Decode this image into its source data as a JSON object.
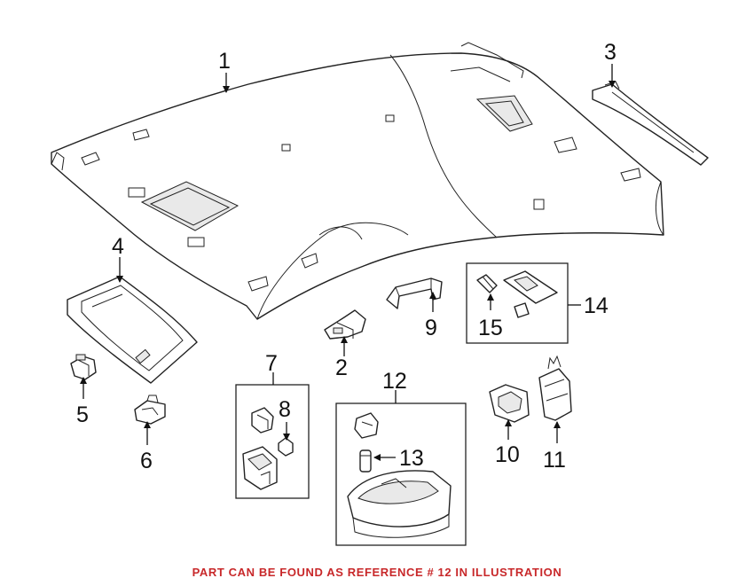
{
  "callouts": [
    {
      "label": "1"
    },
    {
      "label": "2"
    },
    {
      "label": "3"
    },
    {
      "label": "4"
    },
    {
      "label": "5"
    },
    {
      "label": "6"
    },
    {
      "label": "7"
    },
    {
      "label": "8"
    },
    {
      "label": "9"
    },
    {
      "label": "10"
    },
    {
      "label": "11"
    },
    {
      "label": "12"
    },
    {
      "label": "13"
    },
    {
      "label": "14"
    },
    {
      "label": "15"
    }
  ],
  "footer": {
    "note": "PART CAN BE FOUND AS REFERENCE # 12 IN ILLUSTRATION",
    "color": "#c8282a"
  }
}
